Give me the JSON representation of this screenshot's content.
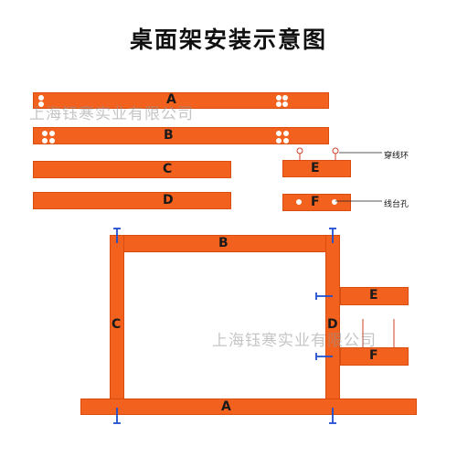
{
  "title": "桌面架安装示意图",
  "watermark": "上海钰寒实业有限公司",
  "parts": {
    "A": "A",
    "B": "B",
    "C": "C",
    "D": "D",
    "E": "E",
    "F": "F"
  },
  "annotations": {
    "threading_ring": "穿线环",
    "wire_hole": "线台孔"
  },
  "colors": {
    "bar": "#f2611e",
    "screw": "#1f4fd0",
    "ring": "#d0402a"
  }
}
